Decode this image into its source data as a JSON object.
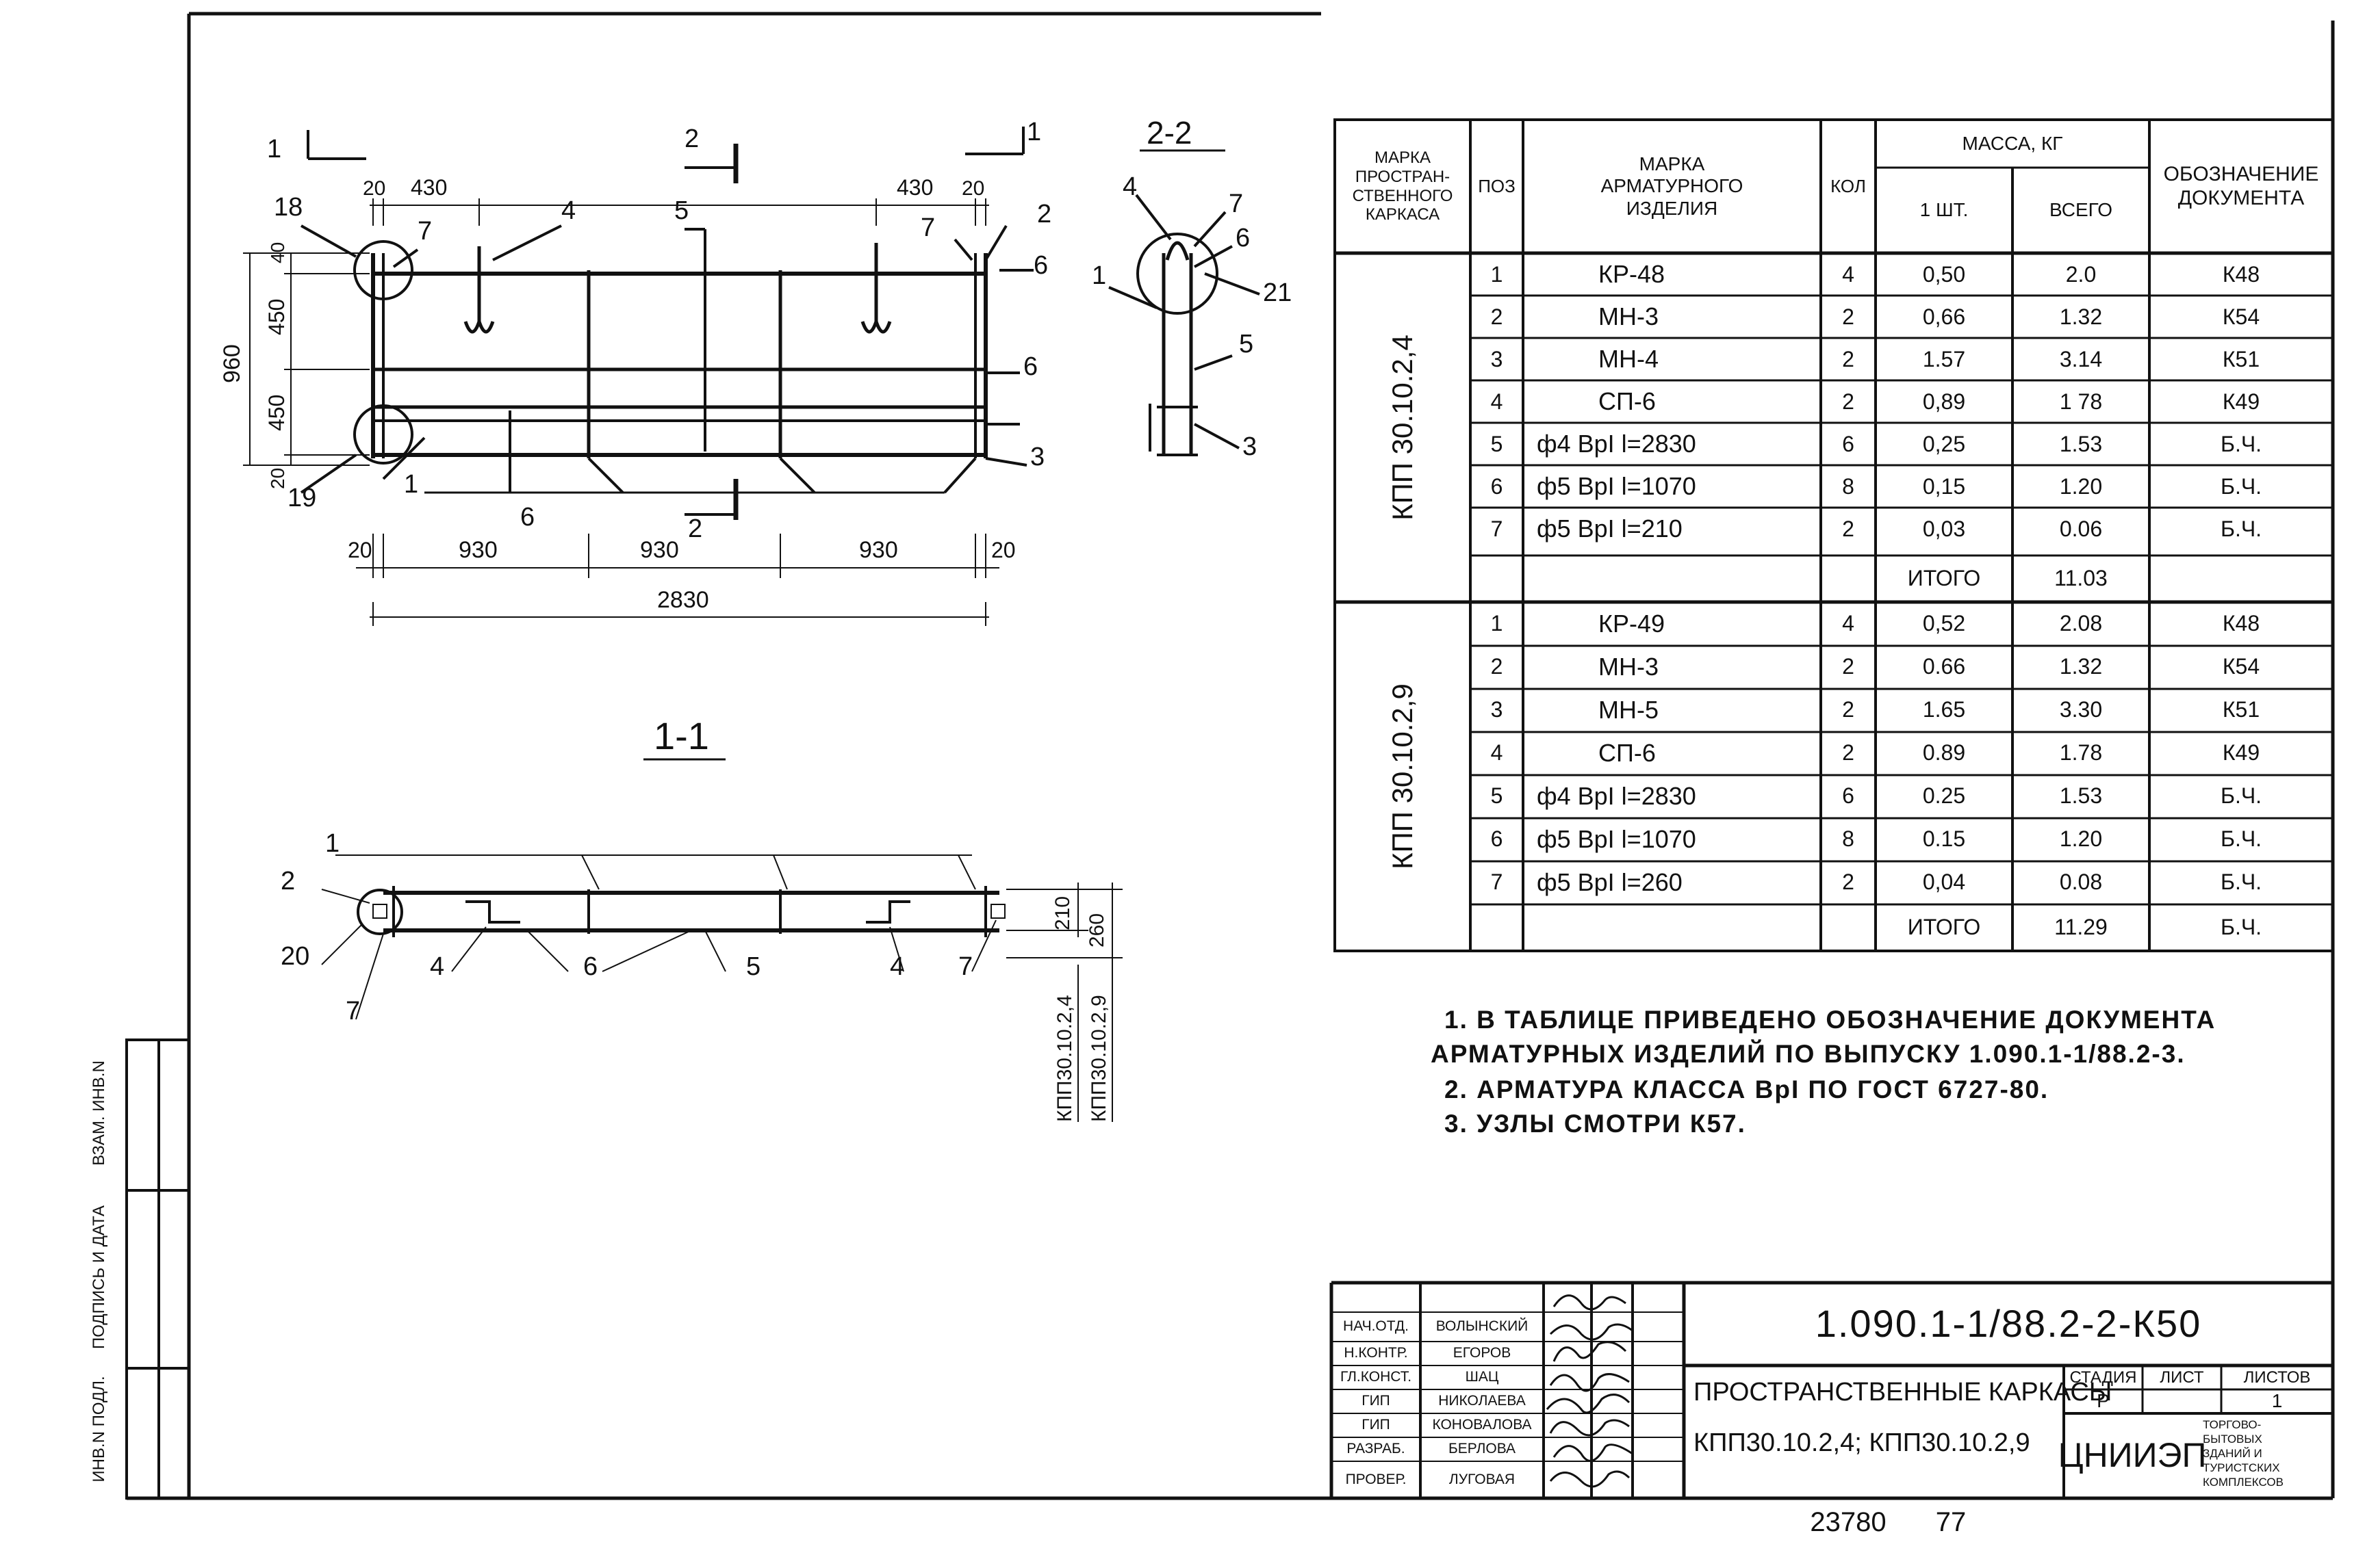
{
  "sections": {
    "s11": "1-1",
    "s22": "2-2",
    "cut1l": "1",
    "cut1r": "1",
    "cut2t": "2",
    "cut2b": "2"
  },
  "dims": {
    "top": [
      "20",
      "430",
      "430",
      "20"
    ],
    "bottom": [
      "20",
      "930",
      "930",
      "930",
      "20"
    ],
    "total": "2830",
    "left": [
      "960",
      "40",
      "450",
      "450",
      "20"
    ],
    "section_heights": [
      "210",
      "260"
    ]
  },
  "callouts": {
    "plan": [
      "18",
      "7",
      "4",
      "5",
      "2",
      "7",
      "6",
      "6",
      "3",
      "19",
      "1",
      "6"
    ],
    "s22": [
      "4",
      "7",
      "6",
      "21",
      "1",
      "5",
      "3"
    ],
    "s11": [
      "1",
      "2",
      "20",
      "7",
      "4",
      "6",
      "5",
      "4",
      "7"
    ],
    "s11_marks": [
      "КПП30.10.2,4",
      "КПП30.10.2,9"
    ]
  },
  "spec": {
    "headers": {
      "mark": "МАРКА ПРОСТРАН-СТВЕННОГО КАРКАСА",
      "pos": "ПОЗ",
      "item": "МАРКА АРМАТУРНОГО ИЗДЕЛИЯ",
      "qty": "КОЛ",
      "mass": "МАССА, КГ",
      "mass_one": "1 ШТ.",
      "mass_total": "ВСЕГО",
      "doc": "ОБОЗНАЧЕНИЕ ДОКУМЕНТА"
    },
    "groups": [
      {
        "mark": "КПП 30.10.2,4",
        "rows": [
          [
            "1",
            "КР-48",
            "4",
            "0,50",
            "2.0",
            "К48"
          ],
          [
            "2",
            "МН-3",
            "2",
            "0,66",
            "1.32",
            "К54"
          ],
          [
            "3",
            "МН-4",
            "2",
            "1.57",
            "3.14",
            "К51"
          ],
          [
            "4",
            "СП-6",
            "2",
            "0,89",
            "1 78",
            "К49"
          ],
          [
            "5",
            "ф4 ВрI  l=2830",
            "6",
            "0,25",
            "1.53",
            "Б.Ч."
          ],
          [
            "6",
            "ф5 ВрI  l=1070",
            "8",
            "0,15",
            "1.20",
            "Б.Ч."
          ],
          [
            "7",
            "ф5 ВрI  l=210",
            "2",
            "0,03",
            "0.06",
            "Б.Ч."
          ]
        ],
        "total_label": "ИТОГО",
        "total": "11.03",
        "total_doc": ""
      },
      {
        "mark": "КПП 30.10.2,9",
        "rows": [
          [
            "1",
            "КР-49",
            "4",
            "0,52",
            "2.08",
            "К48"
          ],
          [
            "2",
            "МН-3",
            "2",
            "0.66",
            "1.32",
            "К54"
          ],
          [
            "3",
            "МН-5",
            "2",
            "1.65",
            "3.30",
            "К51"
          ],
          [
            "4",
            "СП-6",
            "2",
            "0.89",
            "1.78",
            "К49"
          ],
          [
            "5",
            "ф4 ВрI  l=2830",
            "6",
            "0.25",
            "1.53",
            "Б.Ч."
          ],
          [
            "6",
            "ф5 ВрI  l=1070",
            "8",
            "0.15",
            "1.20",
            "Б.Ч."
          ],
          [
            "7",
            "ф5 ВрI  l=260",
            "2",
            "0,04",
            "0.08",
            "Б.Ч."
          ]
        ],
        "total_label": "ИТОГО",
        "total": "11.29",
        "total_doc": "Б.Ч."
      }
    ]
  },
  "notes": [
    "1. В ТАБЛИЦЕ ПРИВЕДЕНО ОБОЗНАЧЕНИЕ ДОКУМЕНТА",
    "АРМАТУРНЫХ ИЗДЕЛИЙ ПО ВЫПУСКУ 1.090.1-1/88.2-3.",
    "2. АРМАТУРА КЛАССА ВрI ПО ГОСТ 6727-80.",
    "3. УЗЛЫ СМОТРИ К57."
  ],
  "side_stamp": [
    "ИНВ.N ПОДЛ.",
    "ПОДПИСЬ И ДАТА",
    "ВЗАМ. ИНВ.N"
  ],
  "title_block": {
    "code": "1.090.1-1/88.2-2-К50",
    "roles": [
      "НАЧ.ОТД.",
      "Н.КОНТР.",
      "ГЛ.КОНСТ.",
      "ГИП",
      "ГИП",
      "РАЗРАБ.",
      "ПРОВЕР."
    ],
    "names": [
      "ВОЛЫНСКИЙ",
      "ЕГОРОВ",
      "ШАЦ",
      "НИКОЛАЕВА",
      "КОНОВАЛОВА",
      "БЕРЛОВА",
      "ЛУГОВАЯ"
    ],
    "title_line1": "ПРОСТРАНСТВЕННЫЕ КАРКАСЫ",
    "title_line2": "КПП30.10.2,4; КПП30.10.2,9",
    "stage_label": "СТАДИЯ",
    "sheet_label": "ЛИСТ",
    "sheets_label": "ЛИСТОВ",
    "stage": "Р",
    "sheet": "",
    "sheets": "1",
    "org": "ЦНИИЭП",
    "org_desc": [
      "ТОРГОВО-",
      "БЫТОВЫХ",
      "ЗДАНИЙ И",
      "ТУРИСТСКИХ",
      "КОМПЛЕКСОВ"
    ]
  },
  "footer": {
    "number": "23780",
    "page": "77"
  }
}
